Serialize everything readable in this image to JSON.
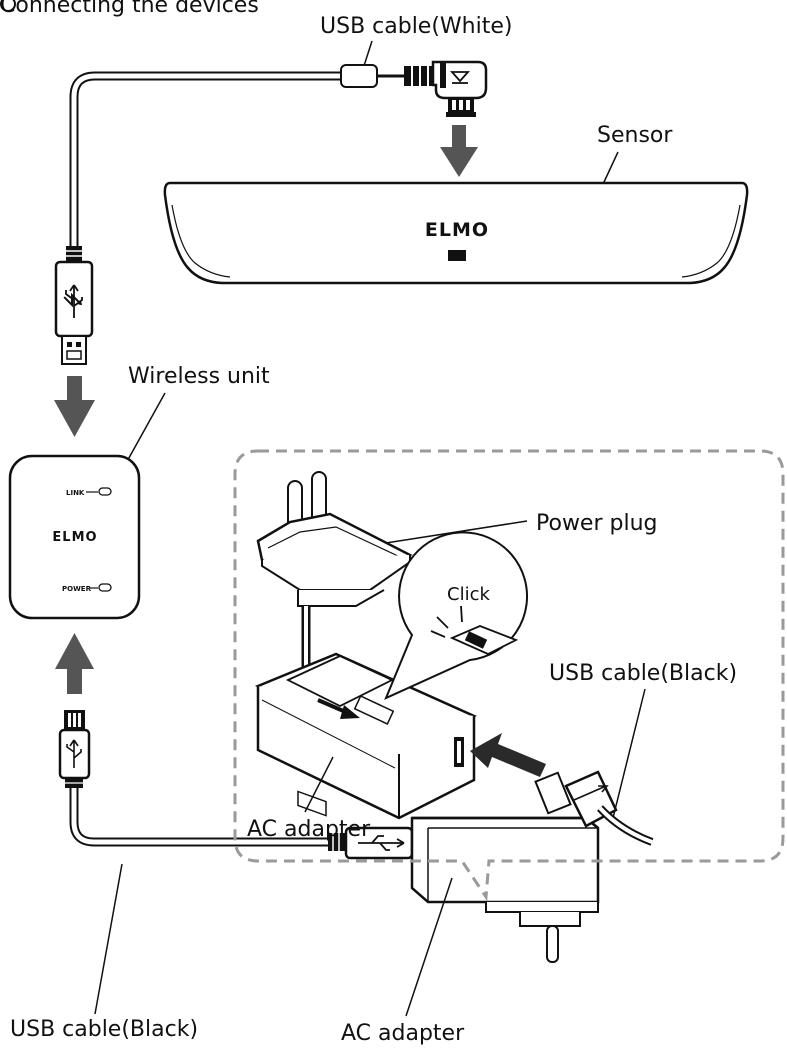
{
  "heading": "Connecting the devices",
  "labels": {
    "usb_white": "USB cable(White)",
    "sensor": "Sensor",
    "wireless_unit": "Wireless unit",
    "power_plug": "Power plug",
    "click": "Click",
    "usb_black_inset": "USB cable(Black)",
    "ac_adapter_inset": "AC adapter",
    "usb_black_bottom": "USB cable(Black)",
    "ac_adapter_bottom": "AC adapter"
  },
  "brand": {
    "sensor_logo": "ELMO",
    "wireless_logo": "ELMO"
  },
  "wireless_unit": {
    "link_text": "LINK",
    "power_text": "POWER"
  },
  "icons": {
    "usb": "usb-icon",
    "triangle": "triangle-down-icon"
  },
  "colors": {
    "arrow": "#555555",
    "outline": "#111111",
    "callout_border": "#9a9a9a"
  }
}
